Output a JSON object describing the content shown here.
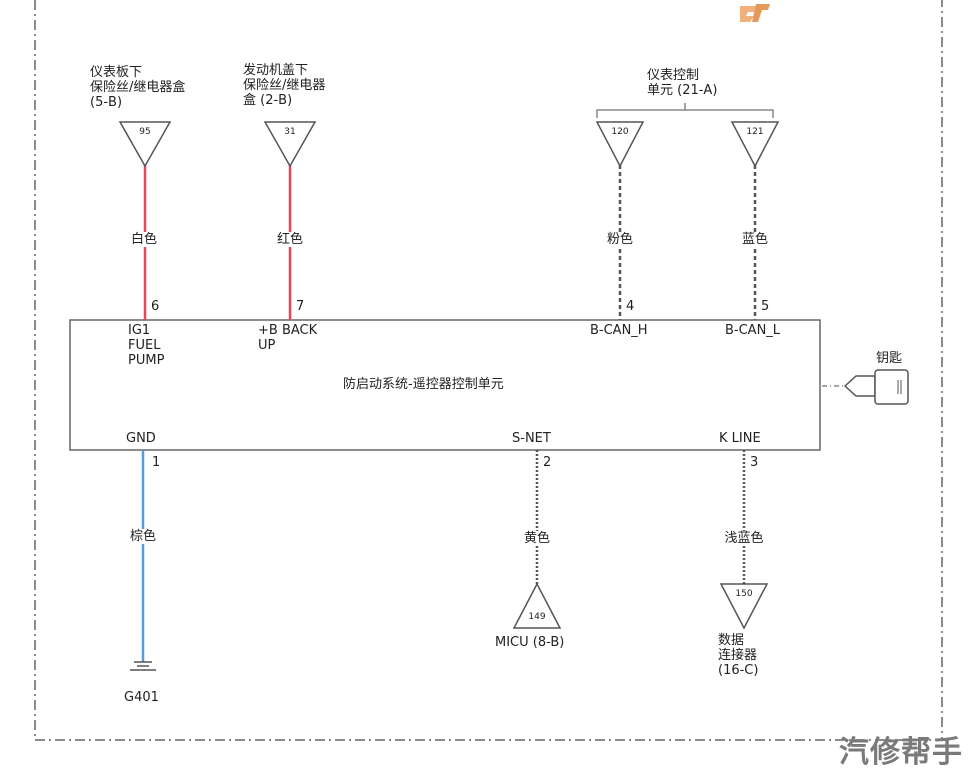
{
  "connectors_top": [
    {
      "label": "仪表板下\n保险丝/继电器盒\n(5-B)",
      "terminal": "95",
      "wire_color_label": "白色",
      "pin": "6",
      "pin_name": "IG1\nFUEL\nPUMP"
    },
    {
      "label": "发动机盖下\n保险丝/继电器\n盒 (2-B)",
      "terminal": "31",
      "wire_color_label": "红色",
      "pin": "7",
      "pin_name": "+B BACK\nUP"
    },
    {
      "terminal": "120",
      "wire_color_label": "粉色",
      "pin": "4",
      "pin_name": "B-CAN_H"
    },
    {
      "terminal": "121",
      "wire_color_label": "蓝色",
      "pin": "5",
      "pin_name": "B-CAN_L"
    }
  ],
  "can_group_label": "仪表控制\n单元 (21-A)",
  "unit_label": "防启动系统-遥控器控制单元",
  "key_label": "钥匙",
  "connectors_bottom": [
    {
      "pin_name": "GND",
      "pin": "1",
      "wire_color_label": "棕色",
      "ground_label": "G401"
    },
    {
      "pin_name": "S-NET",
      "pin": "2",
      "wire_color_label": "黄色",
      "terminal": "149",
      "label": "MICU (8-B)"
    },
    {
      "pin_name": "K LINE",
      "pin": "3",
      "wire_color_label": "浅蓝色",
      "terminal": "150",
      "label": "数据\n连接器\n(16-C)"
    }
  ],
  "watermark": "汽修帮手",
  "colors": {
    "red_wire": "#e8455a",
    "blue_wire": "#5b9bd5",
    "line": "#555555",
    "border_dash": "#888888"
  }
}
